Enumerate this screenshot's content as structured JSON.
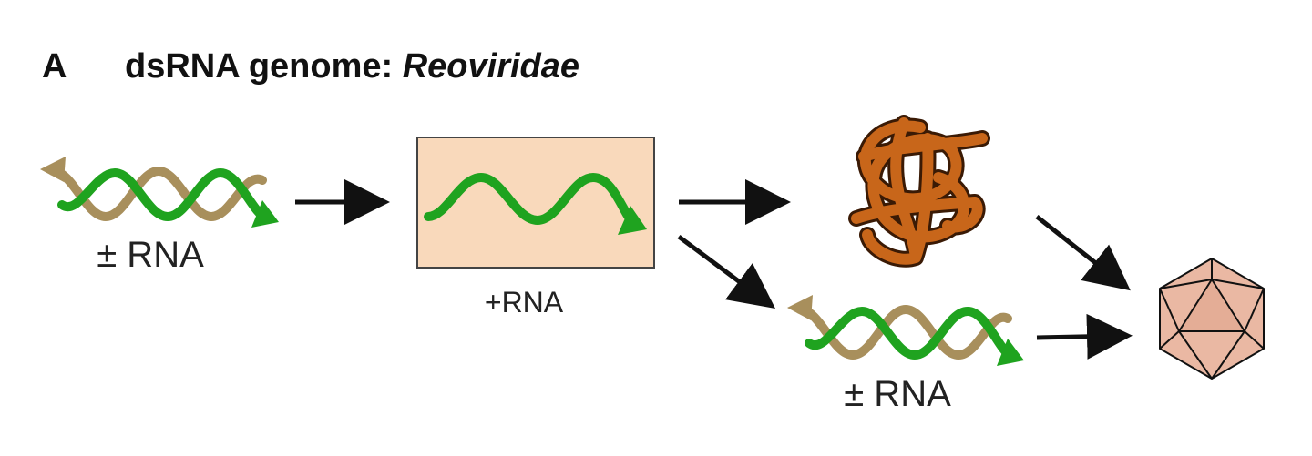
{
  "figure": {
    "panel_letter": "A",
    "title_main": "dsRNA genome: ",
    "title_italic": "Reoviridae"
  },
  "labels": {
    "ds_rna_left": "± RNA",
    "plus_rna": "+RNA",
    "ds_rna_bottom": "± RNA"
  },
  "colors": {
    "plus_strand": "#1fa31f",
    "minus_strand": "#a88f5c",
    "box_fill": "#f9d9bb",
    "protein": "#c8661a",
    "capsid": "#eab8a3",
    "arrow": "#111111"
  },
  "icons": [
    "double-strand-rna-icon",
    "plus-strand-rna-icon",
    "protein-icon",
    "capsid-icon",
    "arrow-icon"
  ]
}
